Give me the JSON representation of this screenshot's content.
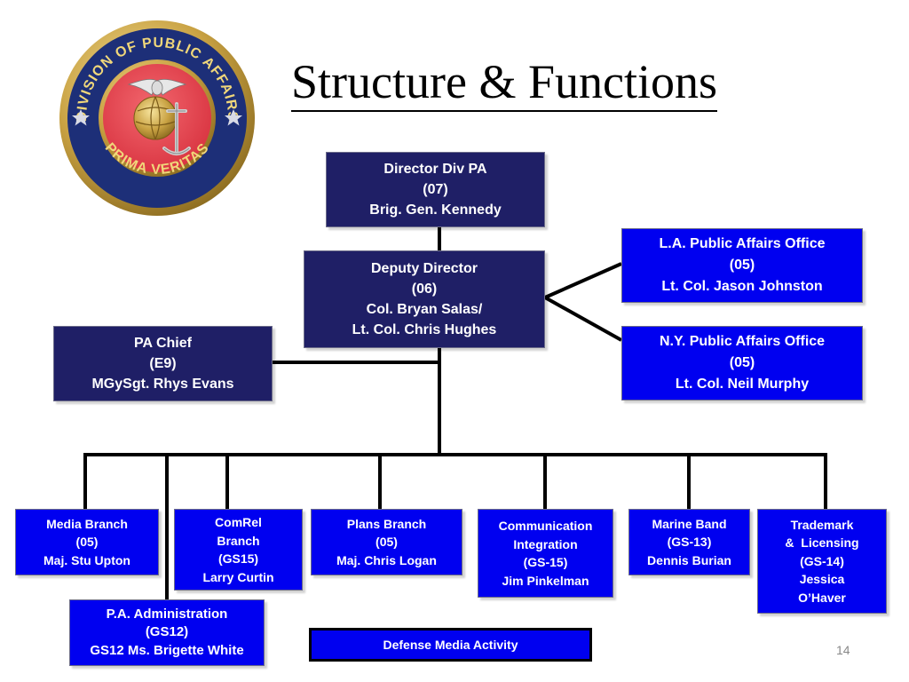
{
  "title": "Structure & Functions",
  "seal": {
    "top_text": "DIVISION OF PUBLIC AFFAIRS",
    "bottom_text": "PRIMA VERITAS"
  },
  "boxes": {
    "director": [
      "Director Div PA",
      "(07)",
      "Brig. Gen. Kennedy"
    ],
    "deputy": [
      "Deputy Director",
      "(06)",
      "Col. Bryan Salas/",
      "Lt. Col. Chris Hughes"
    ],
    "pa_chief": [
      "PA Chief",
      "(E9)",
      "MGySgt. Rhys Evans"
    ],
    "la_office": [
      "L.A. Public Affairs Office",
      "(05)",
      "Lt. Col. Jason Johnston"
    ],
    "ny_office": [
      "N.Y. Public Affairs Office",
      "(05)",
      "Lt. Col. Neil Murphy"
    ],
    "media": [
      "Media Branch",
      "(05)",
      "Maj. Stu Upton"
    ],
    "comrel": [
      "ComRel",
      "Branch",
      "(GS15)",
      "Larry Curtin"
    ],
    "plans": [
      "Plans Branch",
      "(05)",
      "Maj. Chris Logan"
    ],
    "comm": [
      "Communication",
      "Integration",
      "(GS-15)",
      "Jim Pinkelman"
    ],
    "band": [
      "Marine Band",
      "(GS-13)",
      "Dennis Burian"
    ],
    "trademark": [
      "Trademark",
      "&  Licensing",
      "(GS-14)",
      "Jessica",
      "O’Haver"
    ],
    "admin": [
      "P.A. Administration",
      "(GS12)",
      "GS12 Ms. Brigette White"
    ]
  },
  "defense_media": "Defense Media Activity",
  "page_number": "14",
  "colors": {
    "navy": "#1f1f66",
    "blue": "#0000f0",
    "seal_red": "#e8434f",
    "seal_blue": "#1d2f78",
    "gold": "#c9a243"
  }
}
